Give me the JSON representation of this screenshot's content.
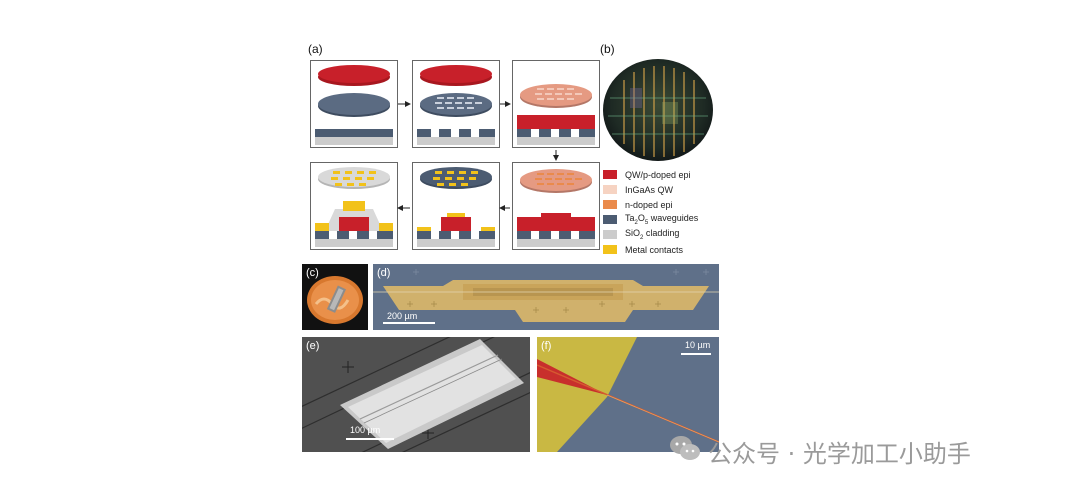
{
  "panels": {
    "a": "(a)",
    "b": "(b)",
    "c": "(c)",
    "d": "(d)",
    "e": "(e)",
    "f": "(f)"
  },
  "legend": [
    {
      "label": "QW/p-doped epi",
      "color": "#c8202a"
    },
    {
      "label": "InGaAs QW",
      "color": "#f6d3c2"
    },
    {
      "label": "n-doped epi",
      "color": "#ea8a4b"
    },
    {
      "label": "Ta2O5 waveguides",
      "color": "#4c5c72"
    },
    {
      "label": "SiO2 cladding",
      "color": "#cccccc"
    },
    {
      "label": "Metal contacts",
      "color": "#f2c21a"
    }
  ],
  "legend_rich": {
    "ta_prefix": "Ta",
    "ta_sub1": "2",
    "ta_mid": "O",
    "ta_sub2": "5",
    "ta_suffix": " waveguides",
    "si_prefix": "SiO",
    "si_sub": "2",
    "si_suffix": " cladding"
  },
  "scalebars": {
    "d": "200 µm",
    "e": "100 µm",
    "f": "10 µm"
  },
  "watermark": {
    "text": "公众号 · 光学加工小助手",
    "icon": "wechat-icon"
  },
  "colors": {
    "red": "#c8202a",
    "dark": "#4c5c72",
    "grey": "#cccccc",
    "salmon": "#e59a82",
    "gold": "#f2c21a"
  }
}
